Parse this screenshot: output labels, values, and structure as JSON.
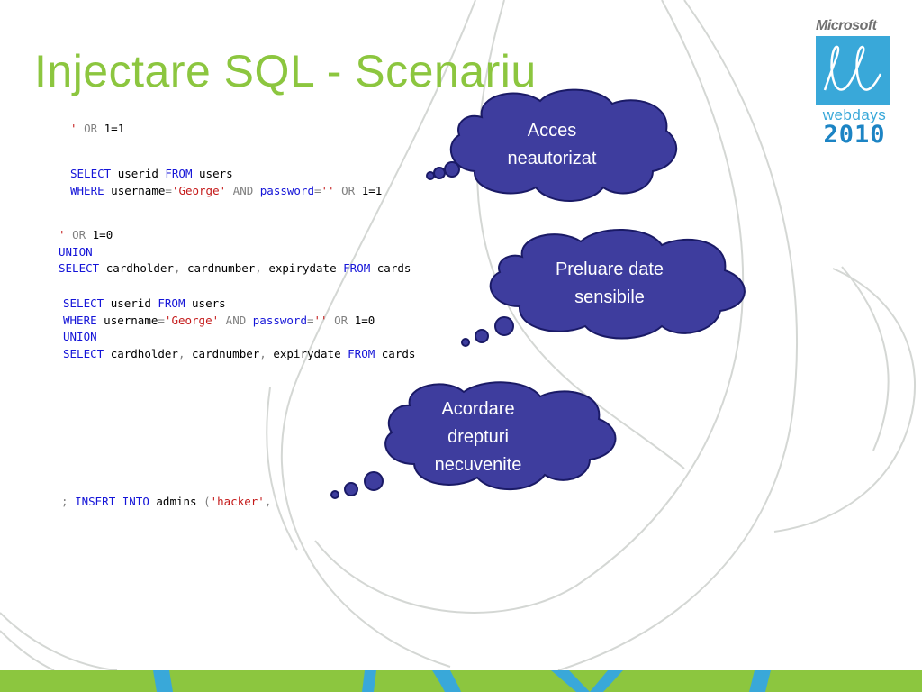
{
  "slide": {
    "title": "Injectare SQL - Scenariu"
  },
  "colors": {
    "title_green": "#8cc63f",
    "cloud_fill": "#3e3d9e",
    "cloud_stroke": "#1a1a66",
    "sql_keyword": "#1515d8",
    "sql_operator": "#808080",
    "sql_string": "#c41a1a",
    "logo_blue": "#39a8d9"
  },
  "code": {
    "block1": {
      "quote": "'",
      "or": "OR",
      "cond": "1=1"
    },
    "block2": {
      "line1": {
        "select": "SELECT",
        "col": "userid",
        "from": "FROM",
        "table": "users"
      },
      "line2": {
        "where": "WHERE",
        "username": "username",
        "eq1": "=",
        "name_val": "'George'",
        "and": "AND",
        "password": "password",
        "eq2": "=",
        "empty_val": "''",
        "or": "OR",
        "cond": "1=1"
      }
    },
    "block3": {
      "line1": {
        "quote": "'",
        "or": "OR",
        "cond": "1=0"
      },
      "line2": {
        "union": "UNION"
      },
      "line3": {
        "select": "SELECT",
        "c1": "cardholder",
        "comma1": ",",
        "c2": "cardnumber",
        "comma2": ",",
        "c3": "expirydate",
        "from": "FROM",
        "table": "cards"
      }
    },
    "block4": {
      "line1": {
        "select": "SELECT",
        "col": "userid",
        "from": "FROM",
        "table": "users"
      },
      "line2": {
        "where": "WHERE",
        "username": "username",
        "eq1": "=",
        "name_val": "'George'",
        "and": "AND",
        "password": "password",
        "eq2": "=",
        "empty_val": "''",
        "or": "OR",
        "cond": "1=0"
      },
      "line3": {
        "union": "UNION"
      },
      "line4": {
        "select": "SELECT",
        "c1": "cardholder",
        "comma1": ",",
        "c2": "cardnumber",
        "comma2": ",",
        "c3": "expirydate",
        "from": "FROM",
        "table": "cards"
      }
    },
    "block5": {
      "semi": ";",
      "insert": "INSERT",
      "into": "INTO",
      "table": "admins",
      "paren": "(",
      "val": "'hacker'",
      "comma": ","
    }
  },
  "clouds": {
    "cloud1": {
      "line1": "Acces",
      "line2": "neautorizat"
    },
    "cloud2": {
      "line1": "Preluare date",
      "line2": "sensibile"
    },
    "cloud3": {
      "line1": "Acordare",
      "line2": "drepturi",
      "line3": "necuvenite"
    }
  },
  "logo": {
    "brand": "Microsoft",
    "event": "webdays",
    "year": "2010"
  }
}
